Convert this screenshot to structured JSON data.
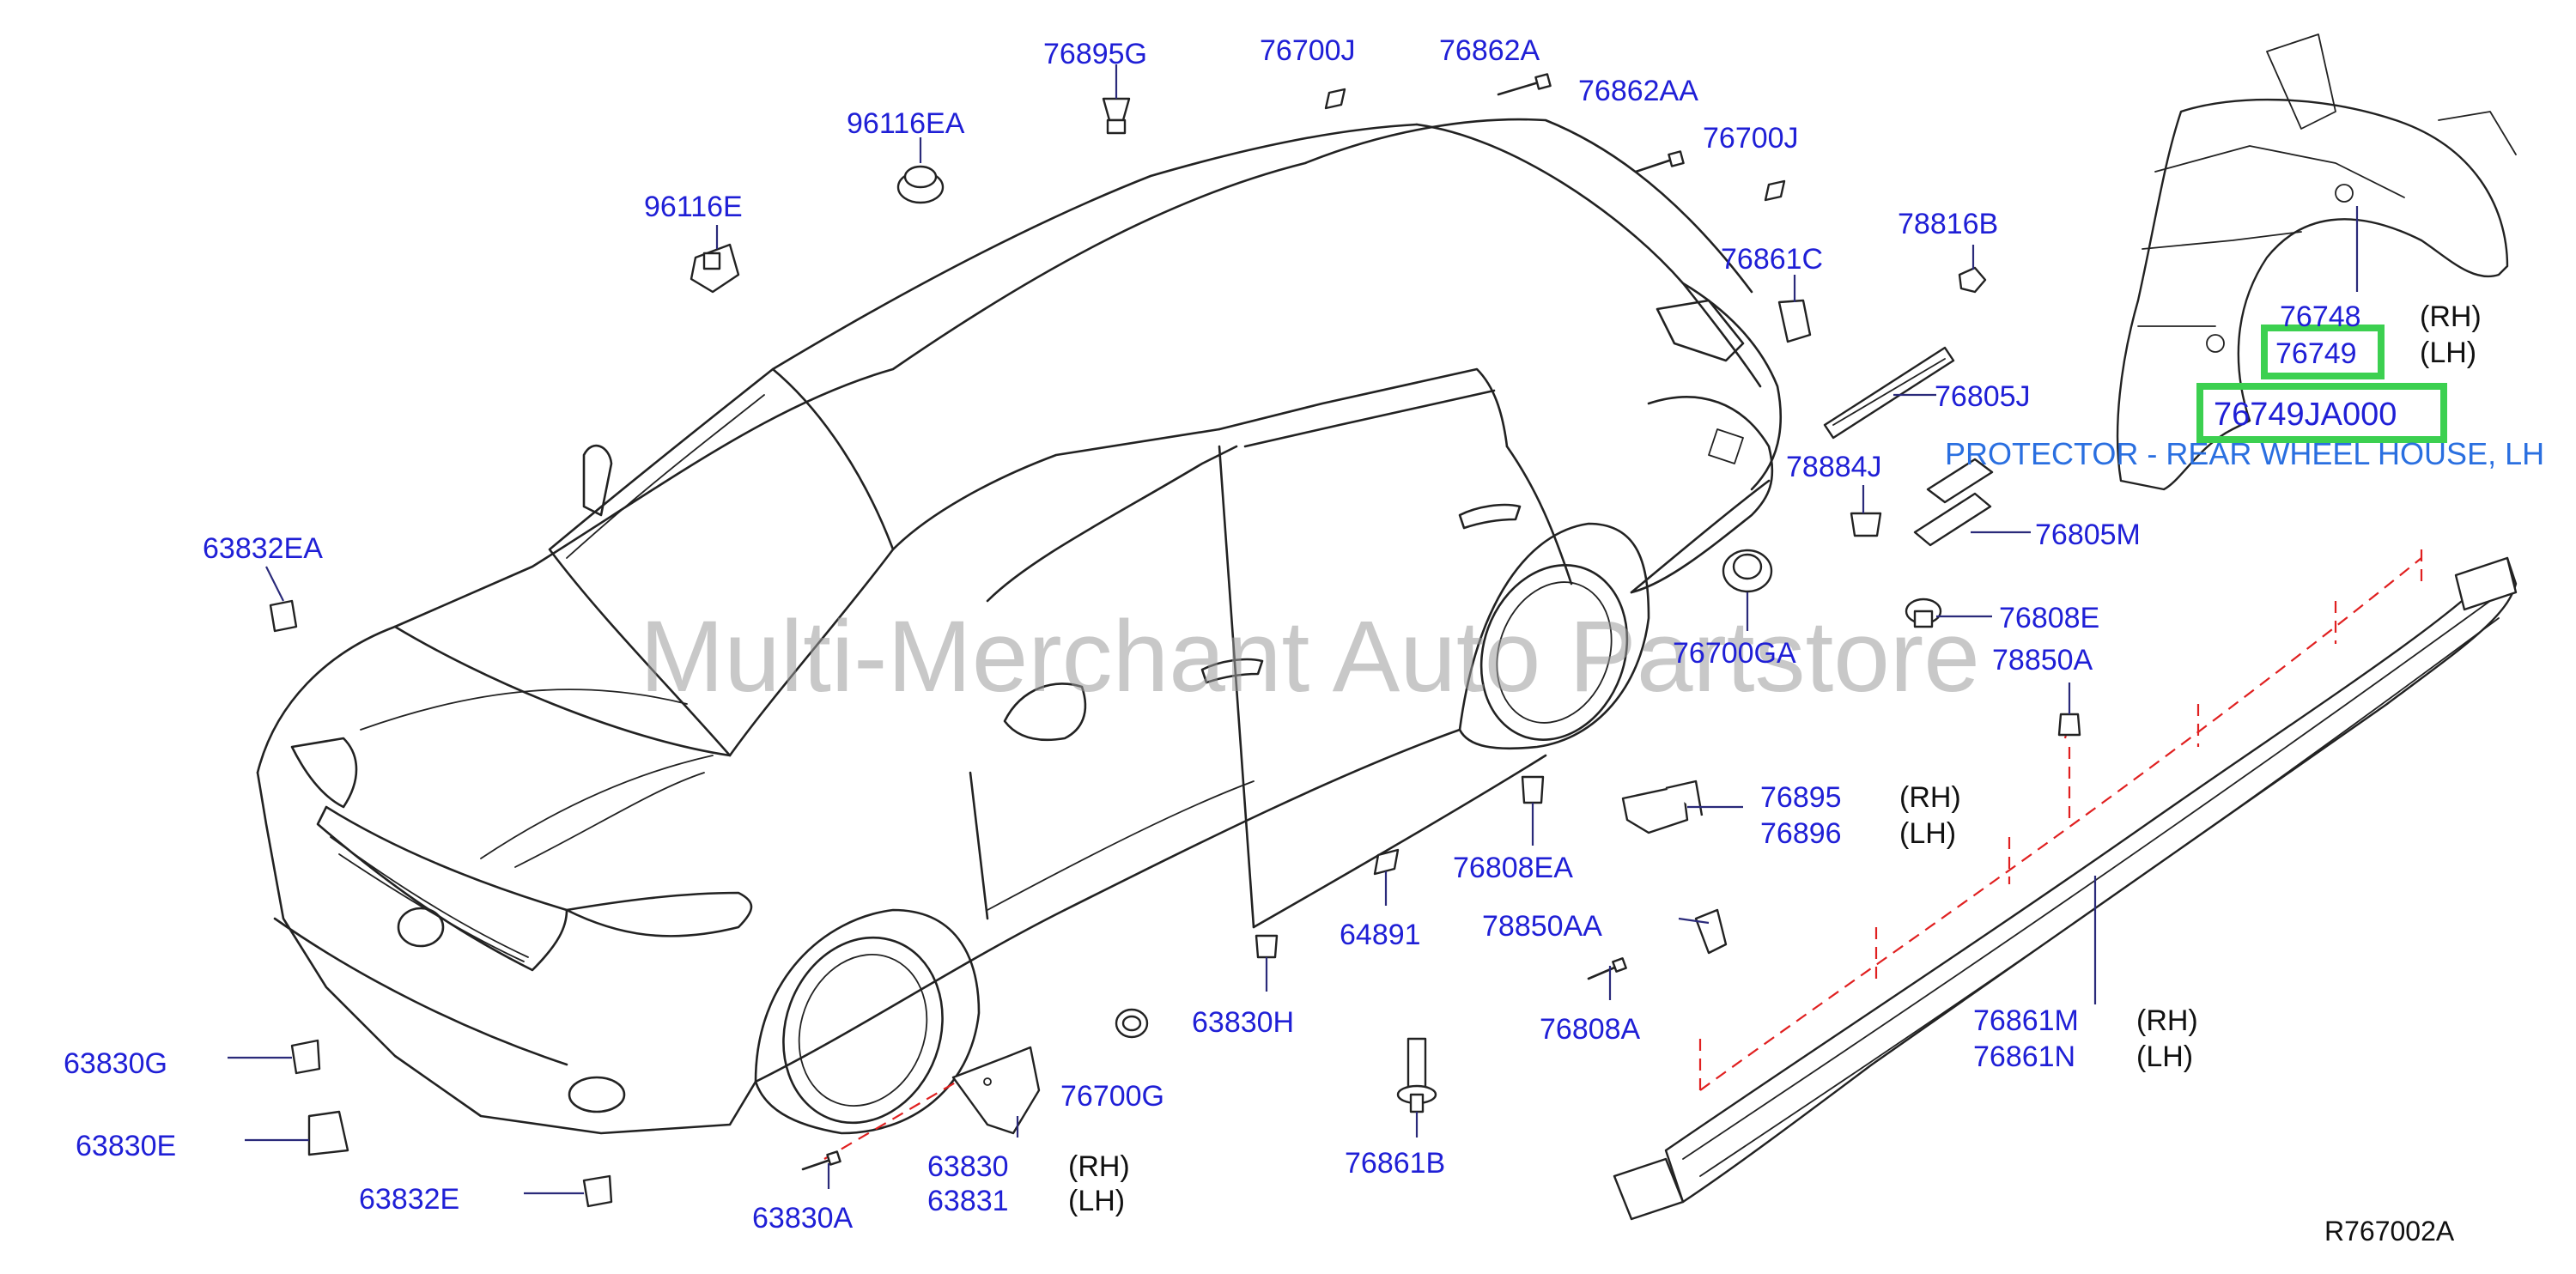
{
  "diagram": {
    "reference": "R767002A",
    "watermark": "Multi-Merchant Auto Partstore",
    "highlight": {
      "part": "76749",
      "part_number": "76749JA000",
      "description": "PROTECTOR - REAR WHEEL HOUSE, LH",
      "color": "#3cd050"
    },
    "label_color": "#1f1fd6",
    "guide_line_color": "#e02020",
    "side_markers": {
      "rh": "(RH)",
      "lh": "(LH)"
    },
    "labels": {
      "p76895G": "76895G",
      "p76700J_top": "76700J",
      "p76862A": "76862A",
      "p76862AA": "76862AA",
      "p76700J_mid": "76700J",
      "p96116EA": "96116EA",
      "p96116E": "96116E",
      "p78816B": "78816B",
      "p76861C": "76861C",
      "p76805J": "76805J",
      "p78884J": "78884J",
      "p76805M": "76805M",
      "p76808E": "76808E",
      "p78850A": "78850A",
      "p76700GA": "76700GA",
      "p63832EA": "63832EA",
      "p76748": "76748",
      "p76749": "76749",
      "p76895": "76895",
      "p76896": "76896",
      "p76808EA": "76808EA",
      "p64891": "64891",
      "p78850AA": "78850AA",
      "p76808A": "76808A",
      "p63830H": "63830H",
      "p76700G": "76700G",
      "p63830": "63830",
      "p63831": "63831",
      "p63830A": "63830A",
      "p76861B": "76861B",
      "p63830G": "63830G",
      "p63830E": "63830E",
      "p63832E": "63832E",
      "p76861M": "76861M",
      "p76861N": "76861N"
    }
  }
}
